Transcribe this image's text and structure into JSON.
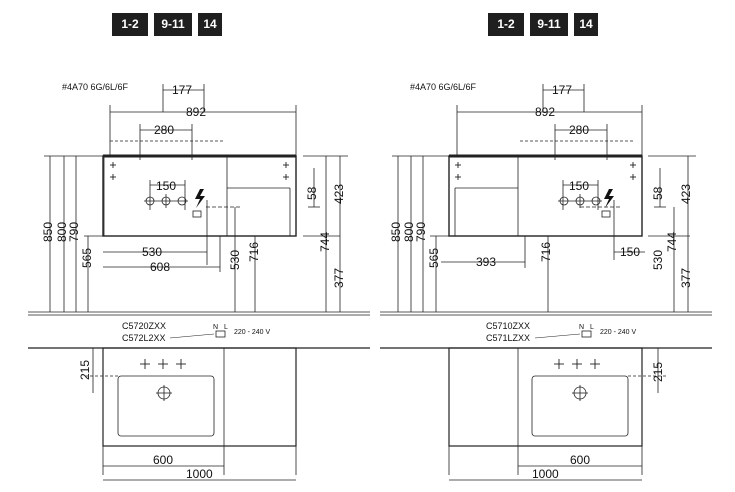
{
  "badges": {
    "left": [
      "1-2",
      "9-11",
      "14"
    ],
    "right": [
      "1-2",
      "9-11",
      "14"
    ]
  },
  "left": {
    "code": "#4A70 6G/6L/6F",
    "dims": {
      "d177": "177",
      "d892": "892",
      "d280": "280",
      "d150": "150",
      "d530h": "530",
      "d608": "608",
      "d850": "850",
      "d800": "800",
      "d790": "790",
      "d565": "565",
      "d530v": "530",
      "d716": "716",
      "d58": "58",
      "d423": "423",
      "d744": "744",
      "d377": "377",
      "d215": "215",
      "d600": "600",
      "d1000": "1000"
    },
    "models": [
      "C5720ZXX",
      "C572L2XX"
    ],
    "power": {
      "n": "N",
      "l": "L",
      "voltage": "220 - 240 V"
    }
  },
  "right": {
    "code": "#4A70 6G/6L/6F",
    "dims": {
      "d177": "177",
      "d892": "892",
      "d280": "280",
      "d150a": "150",
      "d393": "393",
      "d150b": "150",
      "d850": "850",
      "d800": "800",
      "d790": "790",
      "d565": "565",
      "d716": "716",
      "d530v": "530",
      "d58": "58",
      "d423": "423",
      "d744": "744",
      "d377": "377",
      "d215": "215",
      "d600": "600",
      "d1000": "1000"
    },
    "models": [
      "C5710ZXX",
      "C571LZXX"
    ],
    "power": {
      "n": "N",
      "l": "L",
      "voltage": "220 - 240 V"
    }
  }
}
